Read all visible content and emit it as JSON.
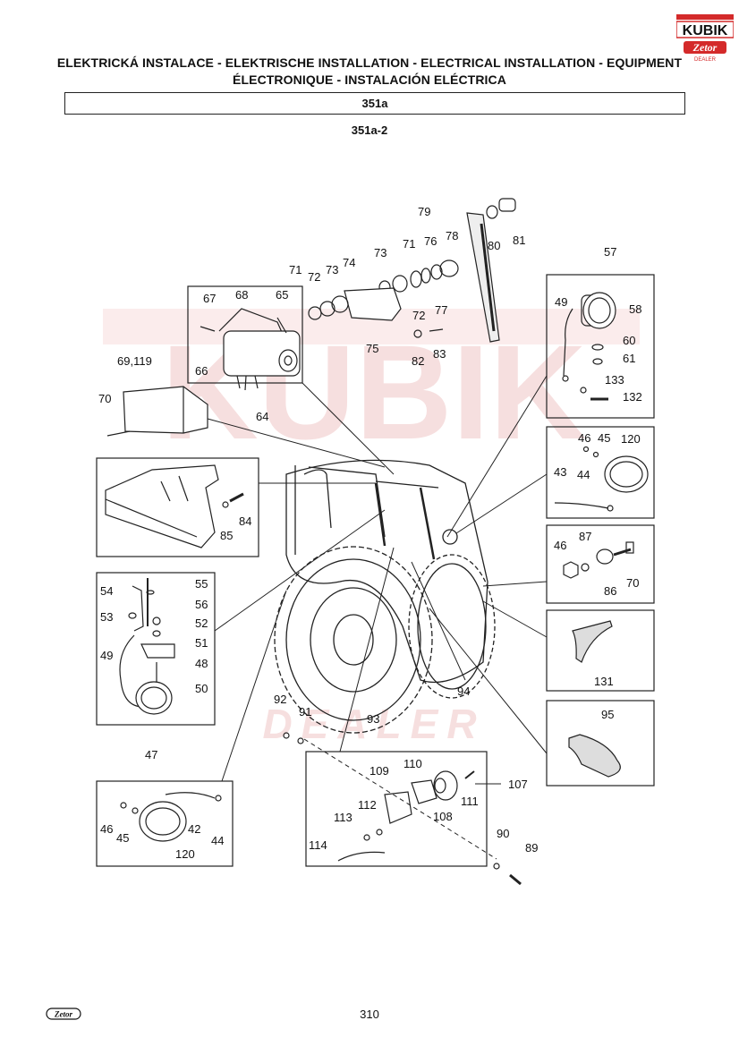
{
  "header": {
    "title_line1": "ELEKTRICKÁ INSTALACE - ELEKTRISCHE INSTALLATION - ELECTRICAL INSTALLATION - EQUIPMENT",
    "title_line2": "ÉLECTRONIQUE - INSTALACIÓN ELÉCTRICA",
    "section": "351a",
    "subsection": "351a-2"
  },
  "logo": {
    "brand": "KUBIK",
    "sub": "Zetor",
    "tag": "DEALER",
    "color": "#d42a2a"
  },
  "watermark": {
    "text": "KUBÍK",
    "sub": "DEALER",
    "color": "#f6d6d6"
  },
  "footer": {
    "page_number": "310",
    "brand": "Zetor"
  },
  "callouts": {
    "c79": "79",
    "c80": "80",
    "c81": "81",
    "c78": "78",
    "c76": "76",
    "c71a": "71",
    "c73a": "73",
    "c74": "74",
    "c71b": "71",
    "c72a": "72",
    "c73b": "73",
    "c72b": "72",
    "c77": "77",
    "c75": "75",
    "c82": "82",
    "c83": "83",
    "c67": "67",
    "c68": "68",
    "c65": "65",
    "c66": "66",
    "c64": "64",
    "c69": "69,119",
    "c70a": "70",
    "c57": "57",
    "c49a": "49",
    "c58": "58",
    "c60": "60",
    "c61": "61",
    "c133": "133",
    "c132": "132",
    "c46a": "46",
    "c45a": "45",
    "c120a": "120",
    "c43": "43",
    "c44a": "44",
    "c46b": "46",
    "c87": "87",
    "c86": "86",
    "c70b": "70",
    "c131": "131",
    "c95": "95",
    "c84": "84",
    "c85": "85",
    "c54": "54",
    "c55": "55",
    "c56": "56",
    "c53": "53",
    "c52": "52",
    "c51": "51",
    "c49b": "49",
    "c48": "48",
    "c50": "50",
    "c47": "47",
    "c92": "92",
    "c91": "91",
    "c93": "93",
    "c94": "94",
    "c109": "109",
    "c110": "110",
    "c107": "107",
    "c111": "111",
    "c112": "112",
    "c108": "108",
    "c113": "113",
    "c114": "114",
    "c90": "90",
    "c89": "89",
    "c46c": "46",
    "c45b": "45",
    "c42": "42",
    "c44b": "44",
    "c120b": "120"
  }
}
